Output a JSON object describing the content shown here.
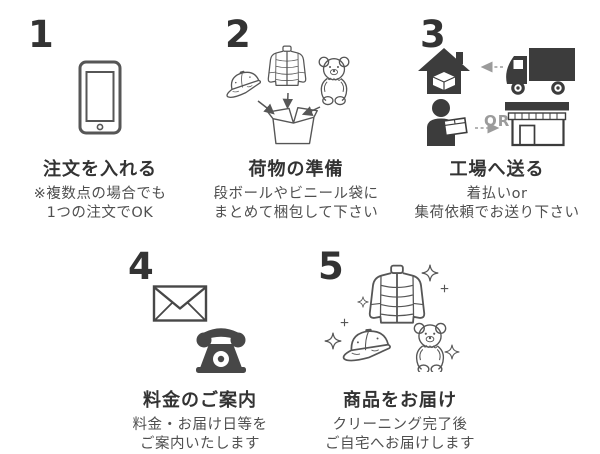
{
  "page": {
    "background": "#ffffff",
    "language": "ja",
    "colors": {
      "number": "#333333",
      "heading": "#333333",
      "body_text": "#4f4f4f",
      "outline_icon": "#565656",
      "solid_icon": "#3c3c3c",
      "muted_gray": "#9b9b9b"
    }
  },
  "steps": [
    {
      "number": "1",
      "title": "注文を入れる",
      "desc_line1": "※複数点の場合でも",
      "desc_line2": "1つの注文でOK",
      "icons": [
        "smartphone-icon"
      ]
    },
    {
      "number": "2",
      "title": "荷物の準備",
      "desc_line1": "段ボールやビニール袋に",
      "desc_line2": "まとめて梱包して下さい",
      "icons": [
        "cap-icon",
        "down-jacket-icon",
        "teddy-bear-icon",
        "arrow-down-icons",
        "cardboard-box-icon"
      ]
    },
    {
      "number": "3",
      "title": "工場へ送る",
      "desc_line1": "着払いor",
      "desc_line2": "集荷依頼でお送り下さい",
      "or_label": "OR",
      "icons": [
        "house-package-icon",
        "dashed-arrow-left-icon",
        "truck-icon",
        "person-with-package-icon",
        "dashed-arrow-right-icon",
        "store-icon"
      ]
    },
    {
      "number": "4",
      "title": "料金のご案内",
      "desc_line1": "料金・お届け日等を",
      "desc_line2": "ご案内いたします",
      "icons": [
        "envelope-icon",
        "telephone-icon"
      ]
    },
    {
      "number": "5",
      "title": "商品をお届け",
      "desc_line1": "クリーニング完了後",
      "desc_line2": "ご自宅へお届けします",
      "icons": [
        "down-jacket-icon",
        "cap-icon",
        "teddy-bear-icon",
        "sparkle-icons"
      ]
    }
  ]
}
